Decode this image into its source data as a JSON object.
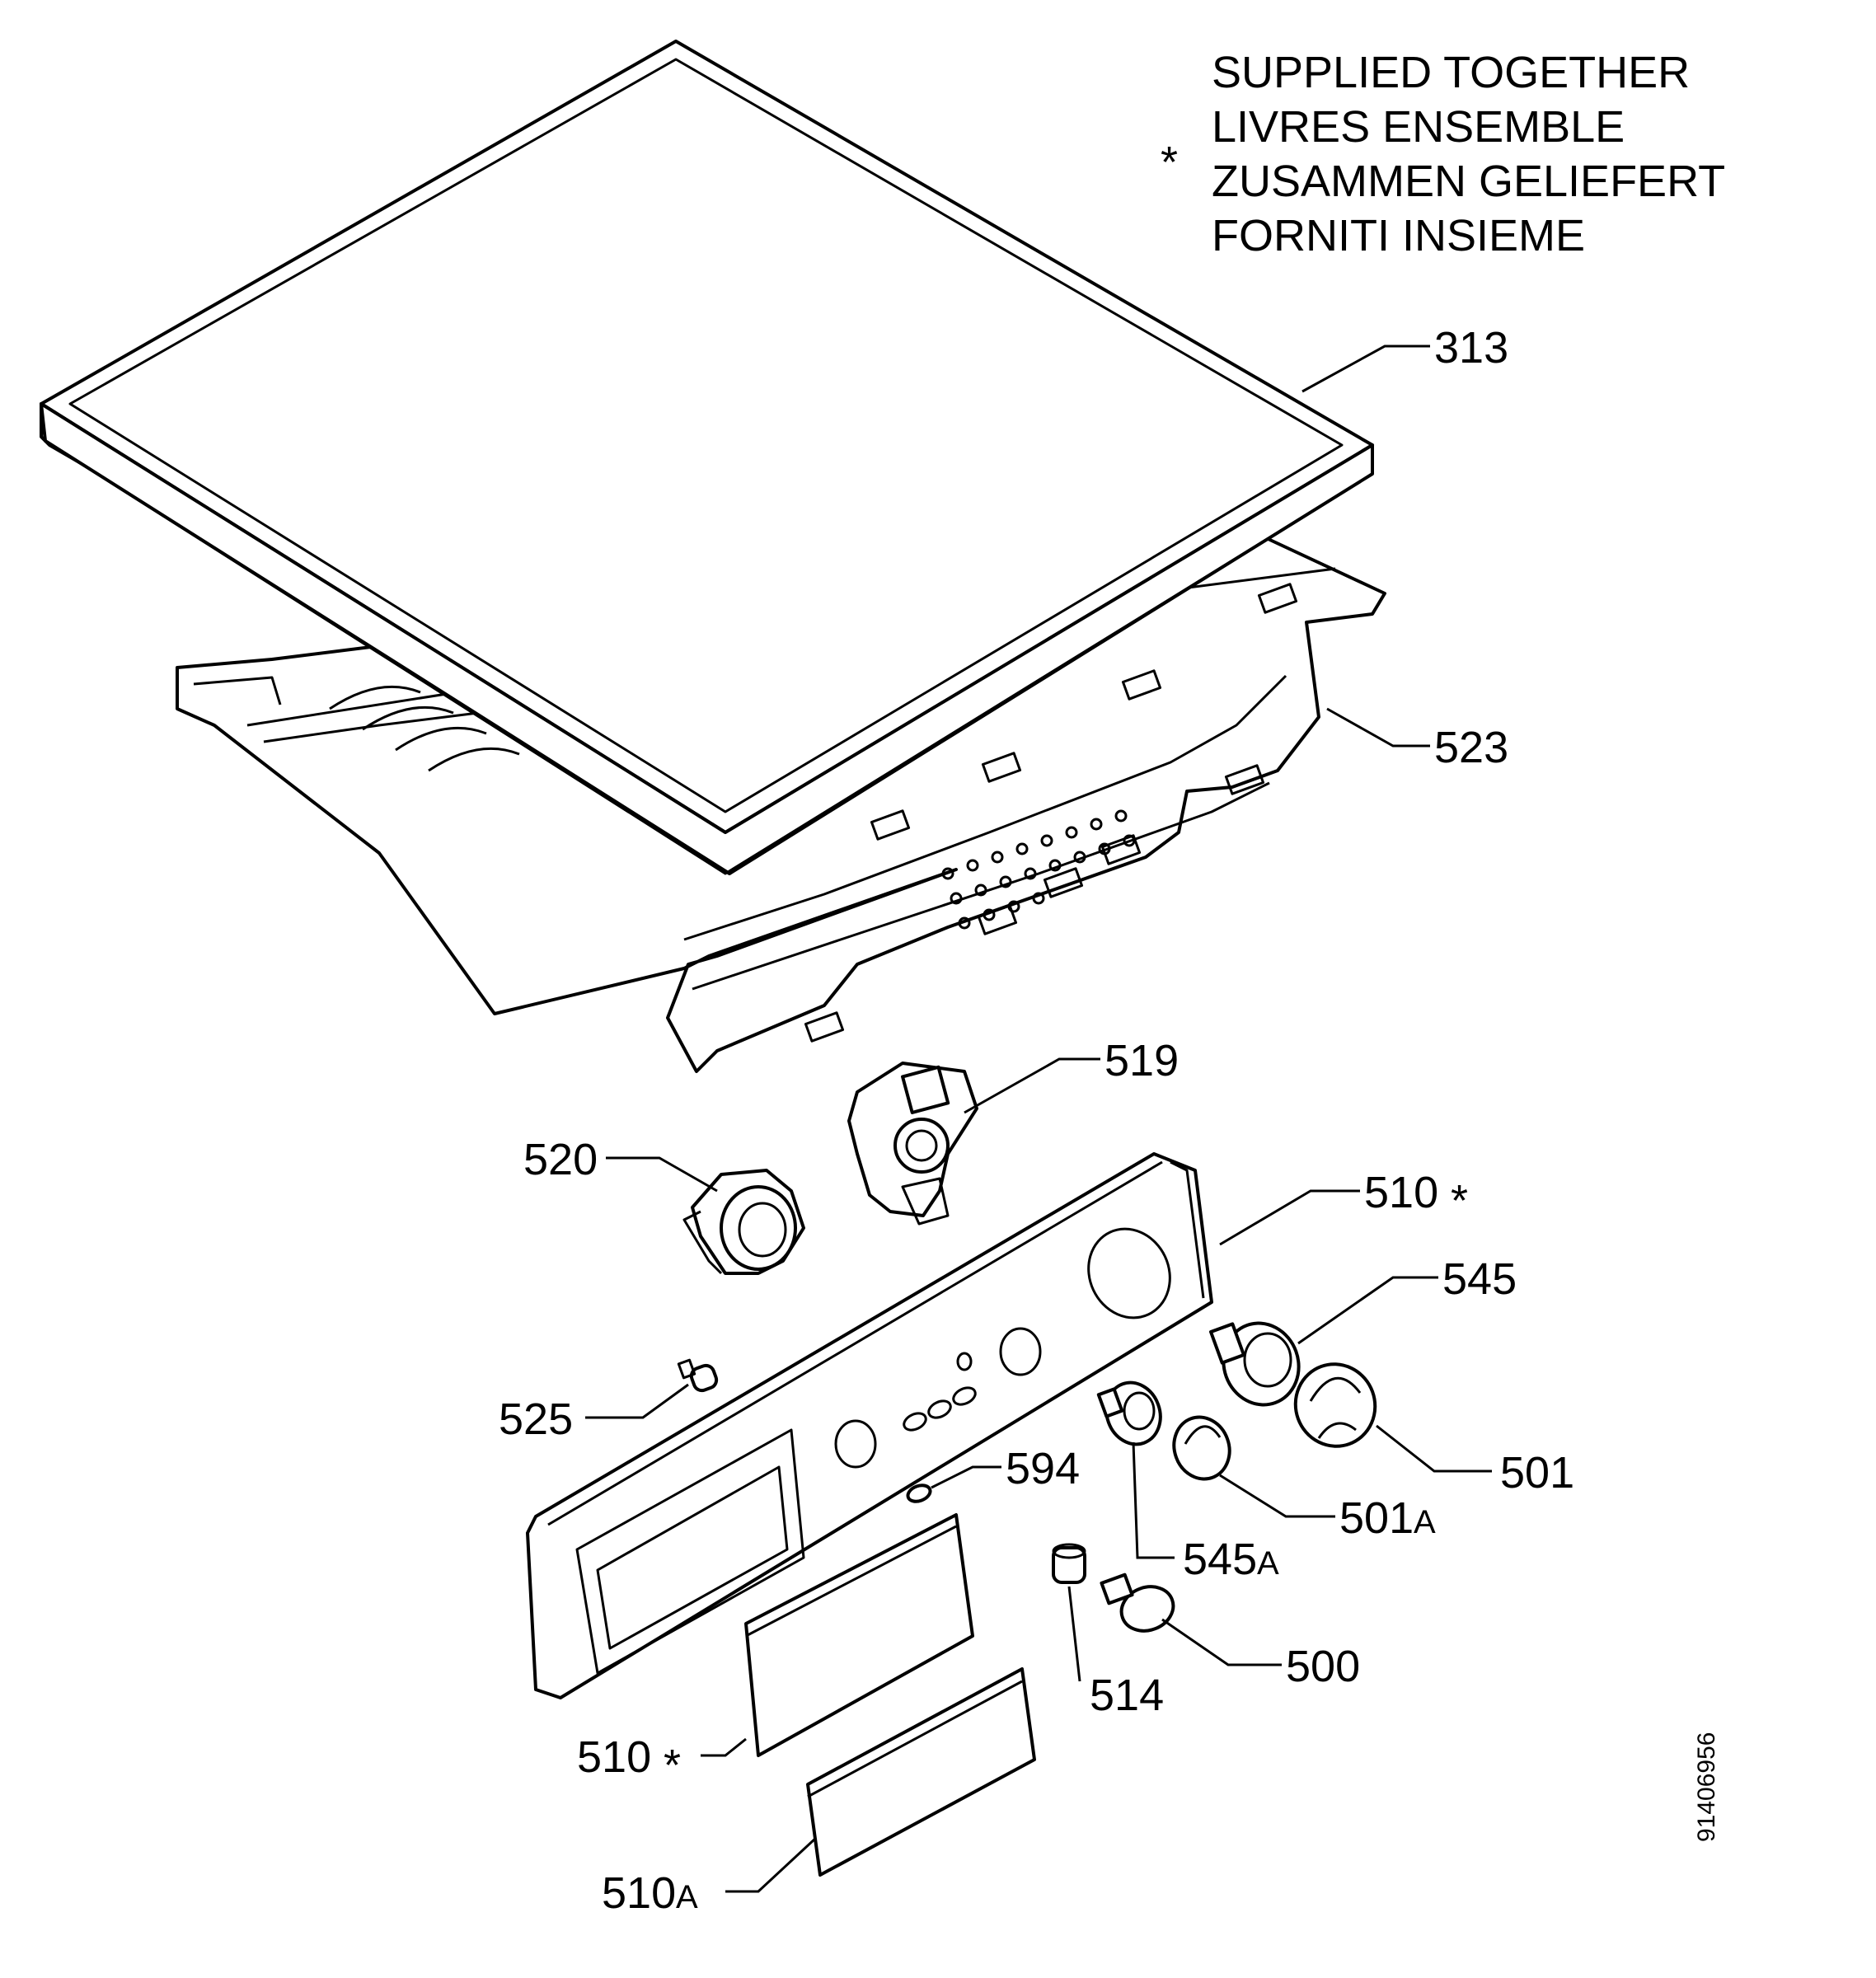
{
  "legend": {
    "symbol": "*",
    "lines": [
      "SUPPLIED TOGETHER",
      "LIVRES ENSEMBLE",
      "ZUSAMMEN GELIEFERT",
      "FORNITI INSIEME"
    ]
  },
  "callouts": {
    "c313": "313",
    "c523": "523",
    "c519": "519",
    "c520": "520",
    "c510_top": "510",
    "c510_top_mark": "*",
    "c545": "545",
    "c525": "525",
    "c594": "594",
    "c501": "501",
    "c501a": "501",
    "c501a_suffix": "A",
    "c545a": "545",
    "c545a_suffix": "A",
    "c514": "514",
    "c500": "500",
    "c510_bottom": "510",
    "c510_bottom_mark": "*",
    "c510a": "510",
    "c510a_suffix": "A"
  },
  "drawing_code": "91406956"
}
